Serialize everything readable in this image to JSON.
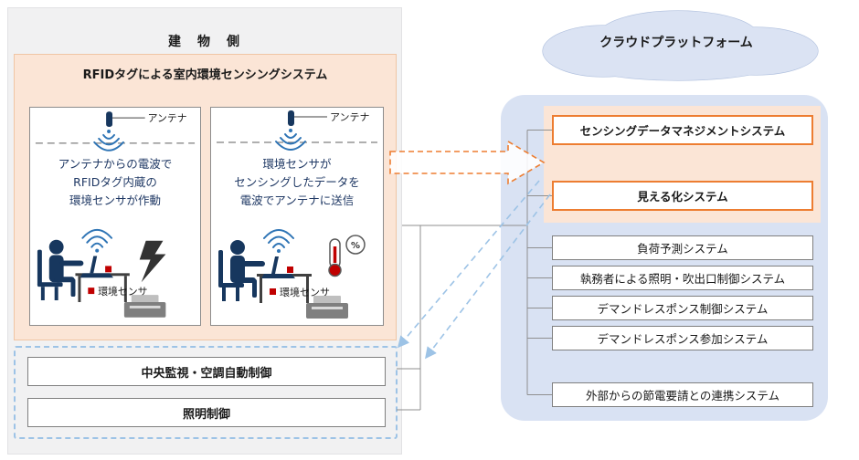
{
  "building": {
    "title": "建　物　側",
    "sensing": {
      "title": "RFIDタグによる室内環境センシングシステム",
      "panels": [
        {
          "antenna_label": "アンテナ",
          "desc_lines": [
            "アンテナからの電波で",
            "RFIDタグ内蔵の",
            "環境センサが作動"
          ],
          "sensor_label": "環境センサ"
        },
        {
          "antenna_label": "アンテナ",
          "desc_lines": [
            "環境センサが",
            "センシングしたデータを",
            "電波でアンテナに送信"
          ],
          "sensor_label": "環境センサ",
          "humidity_symbol": "%"
        }
      ]
    },
    "controls": [
      {
        "label": "中央監視・空調自動制御"
      },
      {
        "label": "照明制御"
      }
    ]
  },
  "cloud": {
    "label": "クラウドプラットフォーム"
  },
  "platform": {
    "highlighted_systems": [
      {
        "label": "センシングデータマネジメントシステム"
      },
      {
        "label": "見える化システム"
      }
    ],
    "systems": [
      {
        "label": "負荷予測システム"
      },
      {
        "label": "執務者による照明・吹出口制御システム"
      },
      {
        "label": "デマンドレスポンス制御システム"
      },
      {
        "label": "デマンドレスポンス参加システム"
      },
      {
        "label": "外部からの節電要請との連携システム"
      }
    ]
  },
  "icons": {
    "antenna": "antenna-icon",
    "wifi_down": "wifi-signal-down-icon",
    "wifi_up": "wifi-signal-up-icon",
    "lightning": "lightning-icon",
    "thermometer_humidity": "thermometer-humidity-icon",
    "sensor_chip": "sensor-chip-icon",
    "rfid_reader": "rfid-reader-icon",
    "cloud": "cloud-shape"
  },
  "colors": {
    "accent_orange": "#ed7d31",
    "accent_blue": "#9dc3e6",
    "navy_text": "#1f3864",
    "illustration_navy": "#17375e",
    "sensor_red": "#c00000",
    "panel_peach": "#fbe5d6",
    "platform_lavender": "#d9e2f3",
    "building_gray": "#f1f1f2"
  }
}
